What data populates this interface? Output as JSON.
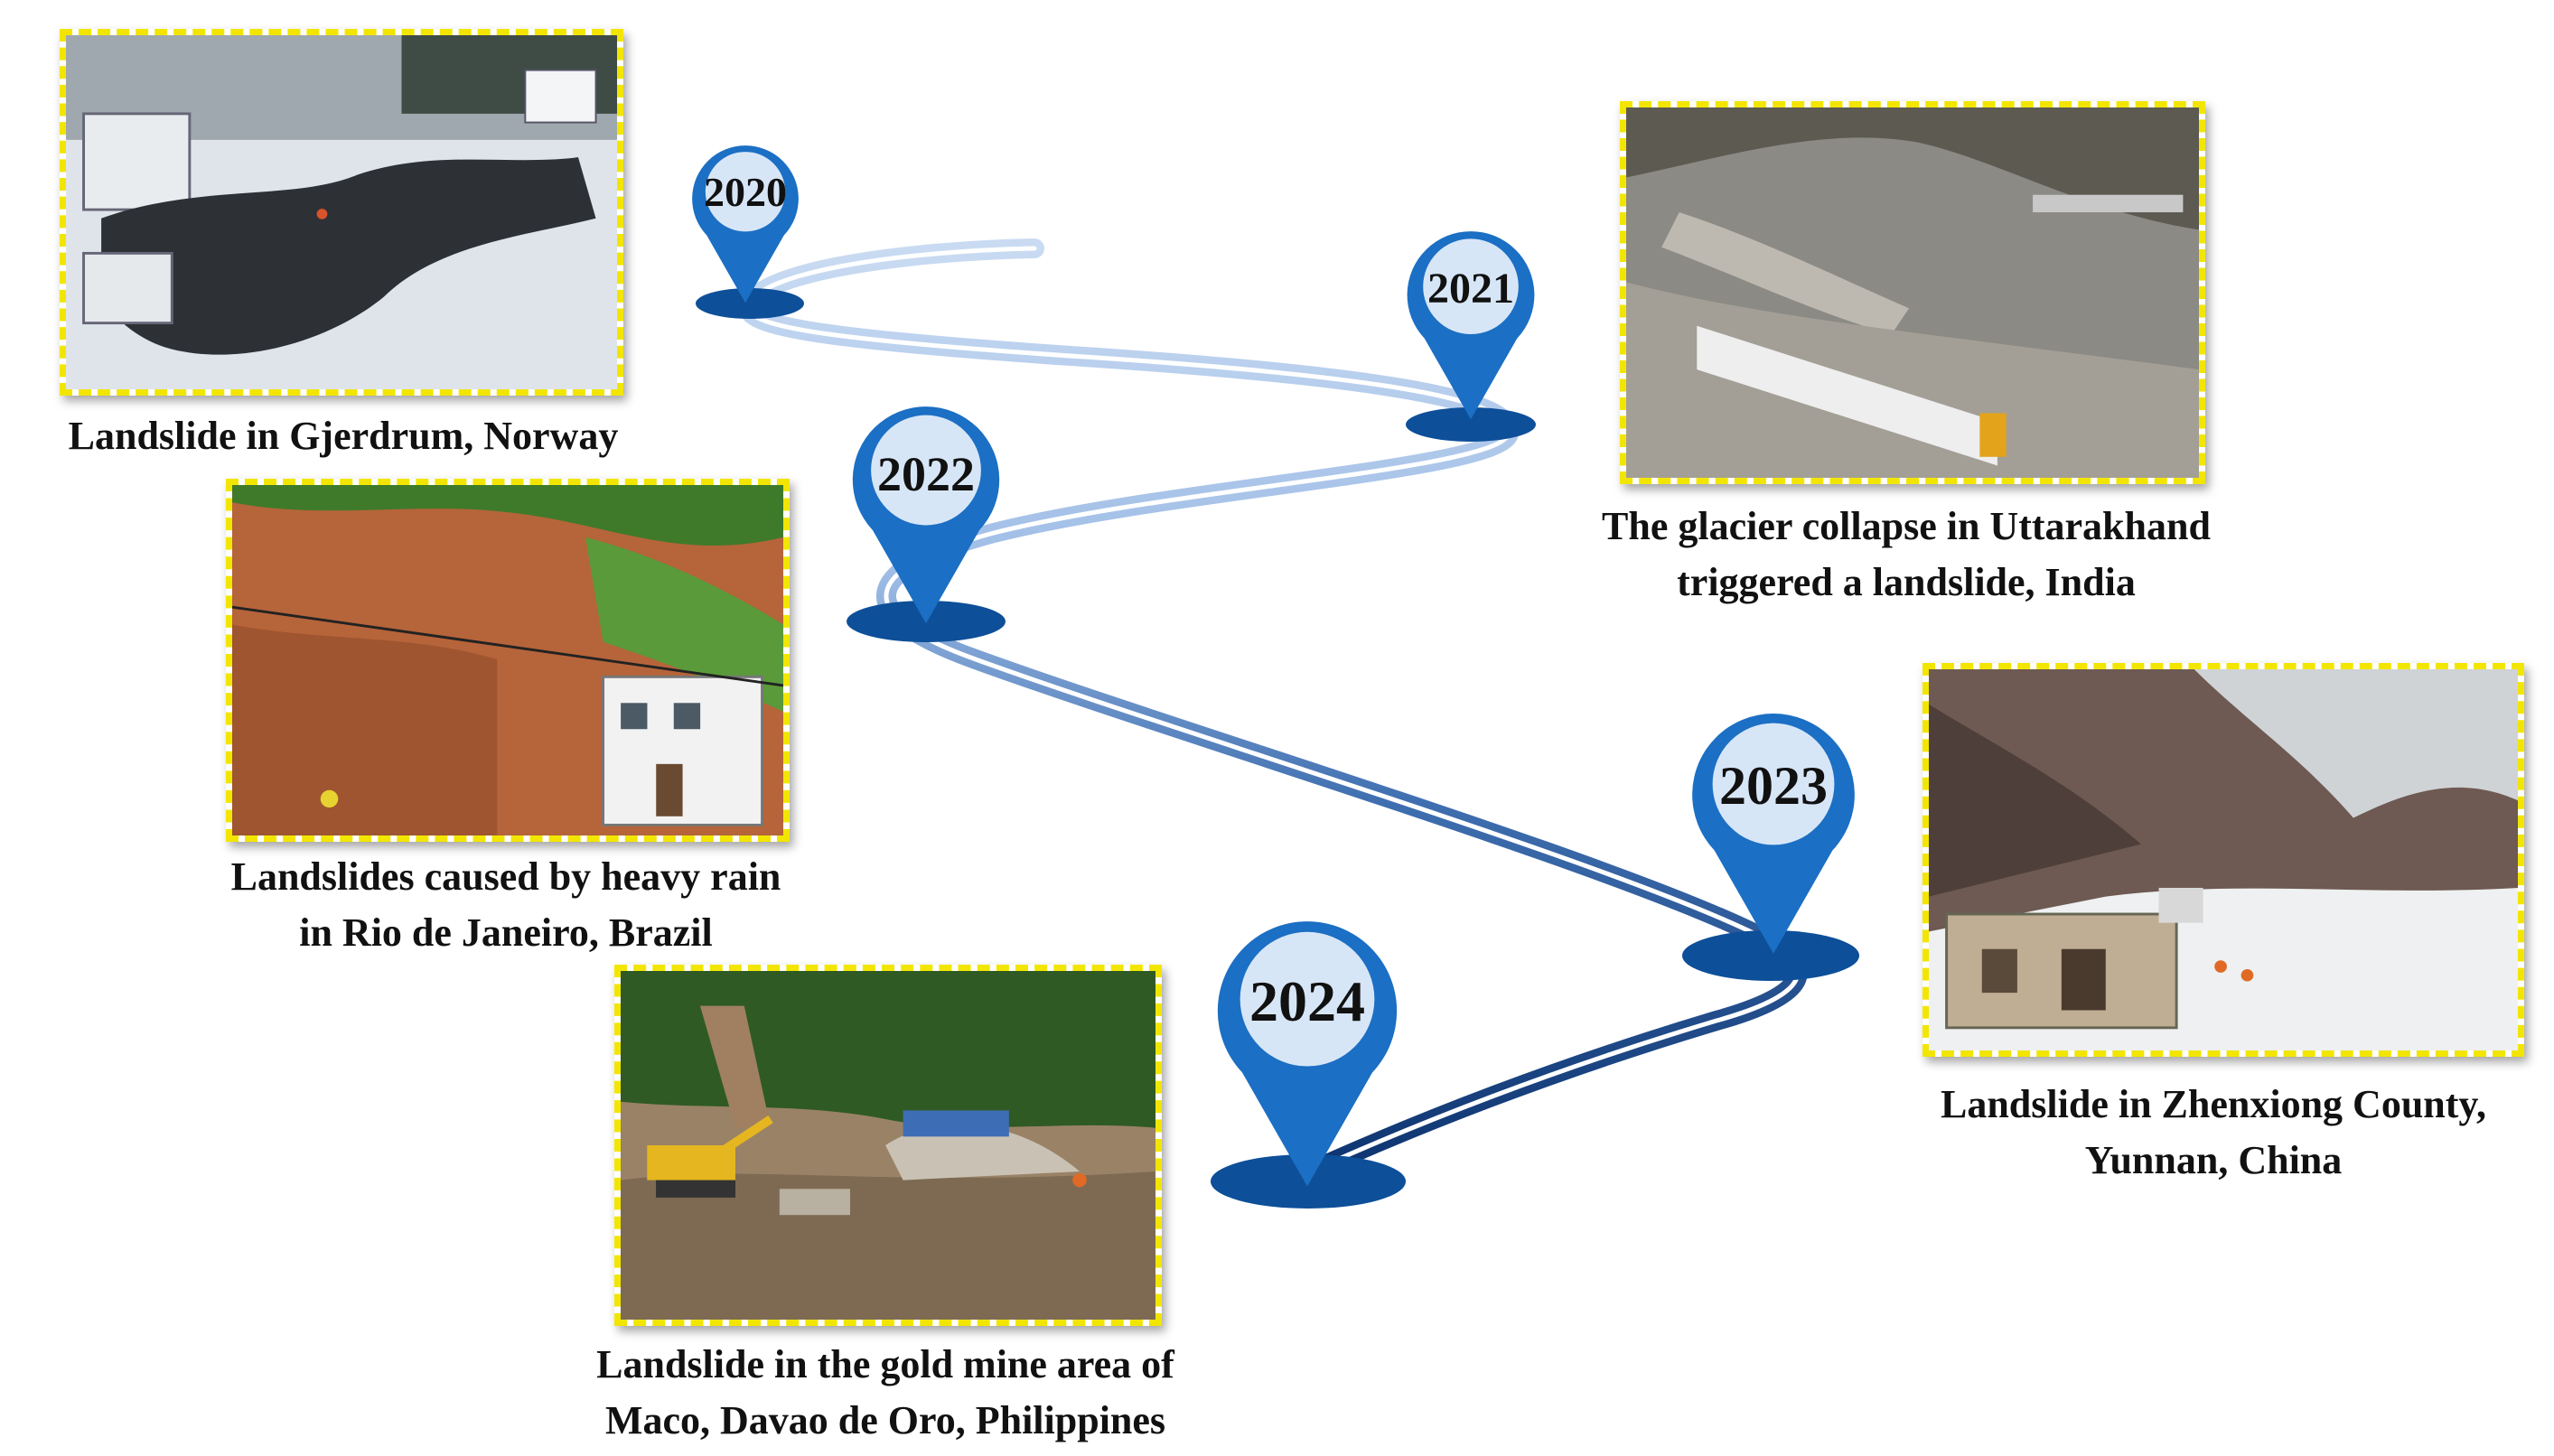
{
  "events": [
    {
      "year": "2020",
      "caption": "Landslide in Gjerdrum, Norway",
      "photo": "snowy-slope-landslide-photo"
    },
    {
      "year": "2021",
      "caption": "The glacier collapse in Uttarakhand\ntriggered a landslide, India",
      "photo": "glacier-valley-debris-photo"
    },
    {
      "year": "2022",
      "caption": "Landslides caused by heavy rain\nin Rio de Janeiro, Brazil",
      "photo": "red-soil-hillside-house-photo"
    },
    {
      "year": "2023",
      "caption": "Landslide in Zhenxiong County,\nYunnan, China",
      "photo": "snowy-mountain-village-photo"
    },
    {
      "year": "2024",
      "caption": "Landslide in the gold mine area of\nMaco, Davao de Oro, Philippines",
      "photo": "forest-mine-excavator-photo"
    }
  ],
  "colors": {
    "frame": "#f2e600",
    "pin": "#1b6fc4",
    "pin_inner": "#d7e6f7",
    "road_light": "#c5d8f0",
    "road_dark": "#0d3b78"
  }
}
